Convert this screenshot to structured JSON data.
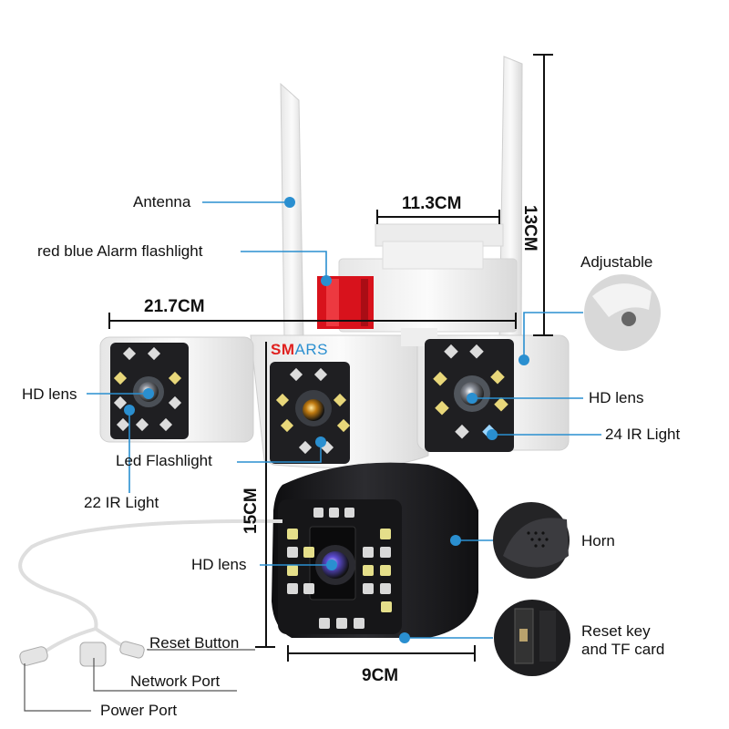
{
  "brand": {
    "prefix": "SM",
    "suffix": "ARS",
    "prefix_color": "#e0201e",
    "suffix_color": "#2a8fd0"
  },
  "dimensions": {
    "width_total": "21.7CM",
    "bracket_width": "11.3CM",
    "antenna_height": "13CM",
    "body_height": "15CM",
    "body_width": "9CM"
  },
  "labels": {
    "antenna": "Antenna",
    "alarm": "red blue Alarm flashlight",
    "adjustable": "Adjustable",
    "hd_lens_left": "HD lens",
    "hd_lens_right": "HD lens",
    "ir_24": "24 IR Light",
    "led_flash": "Led Flashlight",
    "ir_22": "22 IR Light",
    "hd_lens_bottom": "HD lens",
    "horn": "Horn",
    "reset_tf_line1": "Reset key",
    "reset_tf_line2": "and TF card",
    "reset_button": "Reset Button",
    "network_port": "Network Port",
    "power_port": "Power Port"
  },
  "colors": {
    "leader": "#2a8fd0",
    "alarm_red": "#d8121c",
    "body_black": "#1c1c1e",
    "housing_white": "#f4f4f4"
  },
  "icons": [
    "antenna-icon",
    "alarm-light-icon",
    "lens-icon",
    "ir-led-icon",
    "speaker-icon",
    "port-icon"
  ]
}
